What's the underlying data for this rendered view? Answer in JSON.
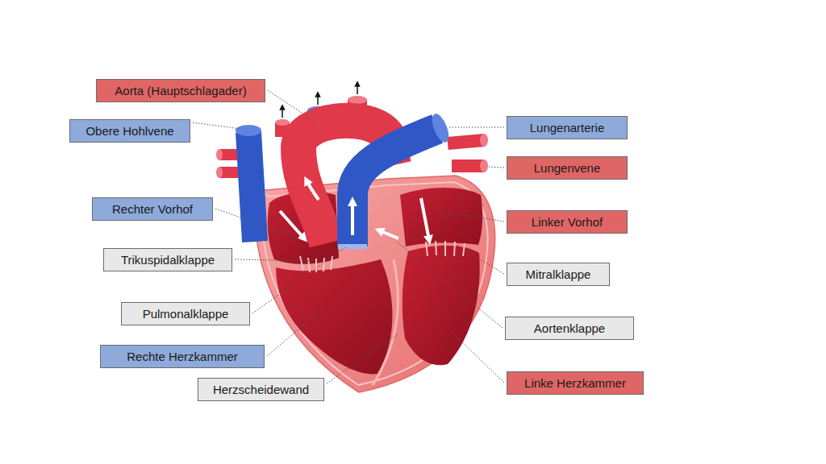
{
  "diagram": {
    "nodes": [
      {
        "text": [
          "Aorta (Hauptschlagader)"
        ]
      },
      {
        "text": [
          "Obere Hohlvene"
        ]
      },
      {
        "text": [
          "Lungenarterie"
        ]
      },
      {
        "text": [
          "Lungenvene"
        ]
      },
      {
        "text": [
          "Rechter Vorhof"
        ]
      },
      {
        "text": [
          "Linker Vorhof"
        ]
      },
      {
        "text": [
          "Trikuspidalklappe"
        ]
      },
      {
        "text": [
          "Mitralklappe"
        ]
      },
      {
        "text": [
          "Pulmonalklappe"
        ]
      },
      {
        "text": [
          "Aortenklappe"
        ]
      },
      {
        "text": [
          "Rechte Herzkammer"
        ]
      },
      {
        "text": [
          "Herzscheidewand"
        ]
      },
      {
        "text": [
          "Linke Herzkammer"
        ]
      }
    ]
  }
}
